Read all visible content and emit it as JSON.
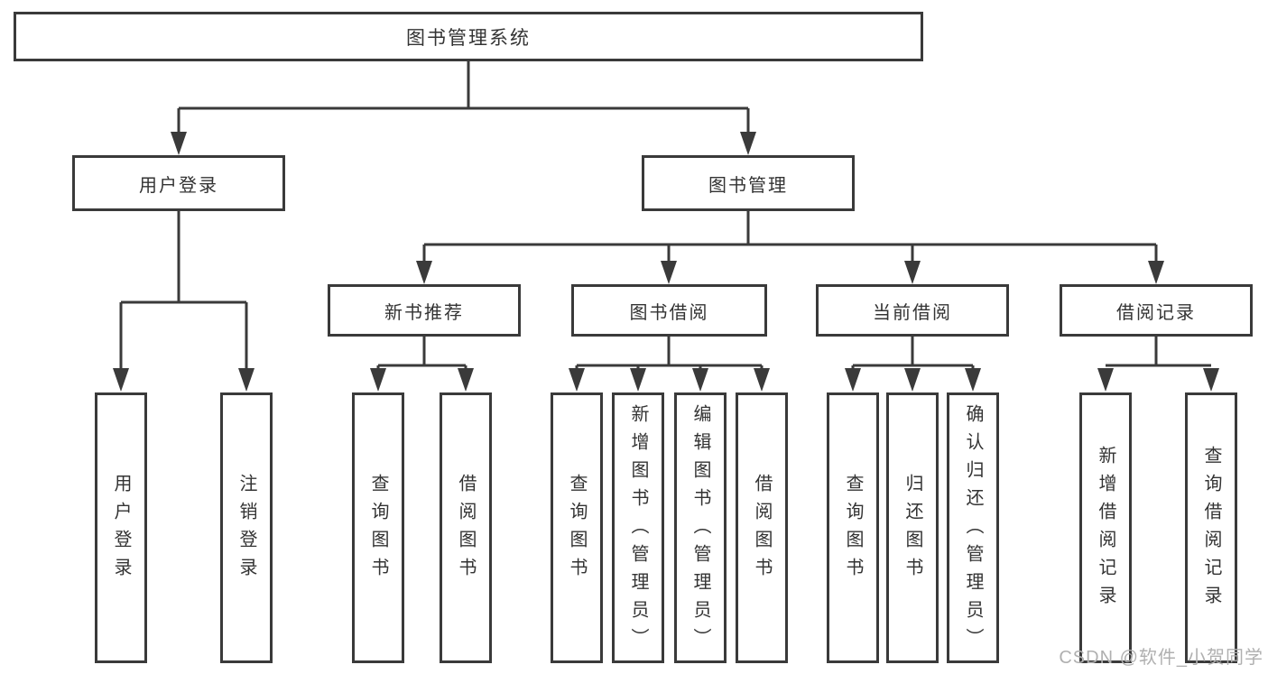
{
  "tree": {
    "root": {
      "label": "图书管理系统",
      "children": [
        {
          "label": "用户登录",
          "children": [
            {
              "label": "用户登录"
            },
            {
              "label": "注销登录"
            }
          ]
        },
        {
          "label": "图书管理",
          "children": [
            {
              "label": "新书推荐",
              "children": [
                {
                  "label": "查询图书"
                },
                {
                  "label": "借阅图书"
                }
              ]
            },
            {
              "label": "图书借阅",
              "children": [
                {
                  "label": "查询图书"
                },
                {
                  "label": "新增图书（管理员）"
                },
                {
                  "label": "编辑图书（管理员）"
                },
                {
                  "label": "借阅图书"
                }
              ]
            },
            {
              "label": "当前借阅",
              "children": [
                {
                  "label": "查询图书"
                },
                {
                  "label": "归还图书"
                },
                {
                  "label": "确认归还（管理员）"
                }
              ]
            },
            {
              "label": "借阅记录",
              "children": [
                {
                  "label": "新增借阅记录"
                },
                {
                  "label": "查询借阅记录"
                }
              ]
            }
          ]
        }
      ]
    }
  },
  "watermark": {
    "text": "CSDN @软件_小贺同学"
  },
  "colors": {
    "line": "#3a3a3a",
    "text": "#333333",
    "watermark": "#b0b0b0",
    "background": "#ffffff"
  }
}
